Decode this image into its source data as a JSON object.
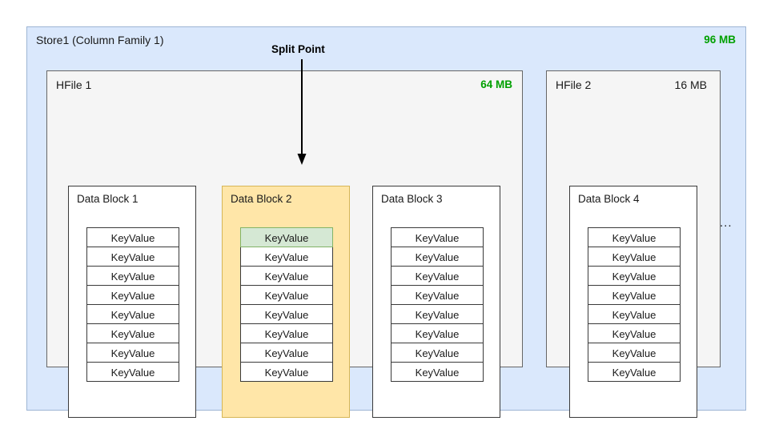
{
  "store": {
    "title": "Store1 (Column Family 1)",
    "size": "96 MB",
    "size_color": "#00a000",
    "fill_color": "#dae8fc"
  },
  "annotation": {
    "split_label": "Split Point",
    "arrow_icon": "down-arrow-icon"
  },
  "ellipsis": "...",
  "hfiles": [
    {
      "name": "HFile 1",
      "size": "64 MB",
      "size_color": "#00a000",
      "blocks": [
        {
          "name": "Data Block 1",
          "highlighted": false,
          "fill_color": "#ffffff",
          "cells": [
            {
              "label": "KeyValue",
              "split": false
            },
            {
              "label": "KeyValue",
              "split": false
            },
            {
              "label": "KeyValue",
              "split": false
            },
            {
              "label": "KeyValue",
              "split": false
            },
            {
              "label": "KeyValue",
              "split": false
            },
            {
              "label": "KeyValue",
              "split": false
            },
            {
              "label": "KeyValue",
              "split": false
            },
            {
              "label": "KeyValue",
              "split": false
            }
          ]
        },
        {
          "name": "Data Block 2",
          "highlighted": true,
          "fill_color": "#ffe6a8",
          "cells": [
            {
              "label": "KeyValue",
              "split": true
            },
            {
              "label": "KeyValue",
              "split": false
            },
            {
              "label": "KeyValue",
              "split": false
            },
            {
              "label": "KeyValue",
              "split": false
            },
            {
              "label": "KeyValue",
              "split": false
            },
            {
              "label": "KeyValue",
              "split": false
            },
            {
              "label": "KeyValue",
              "split": false
            },
            {
              "label": "KeyValue",
              "split": false
            }
          ]
        },
        {
          "name": "Data Block 3",
          "highlighted": false,
          "fill_color": "#ffffff",
          "cells": [
            {
              "label": "KeyValue",
              "split": false
            },
            {
              "label": "KeyValue",
              "split": false
            },
            {
              "label": "KeyValue",
              "split": false
            },
            {
              "label": "KeyValue",
              "split": false
            },
            {
              "label": "KeyValue",
              "split": false
            },
            {
              "label": "KeyValue",
              "split": false
            },
            {
              "label": "KeyValue",
              "split": false
            },
            {
              "label": "KeyValue",
              "split": false
            }
          ]
        }
      ]
    },
    {
      "name": "HFile 2",
      "size": "16 MB",
      "size_color": "#1a1a1a",
      "blocks": [
        {
          "name": "Data Block 4",
          "highlighted": false,
          "fill_color": "#ffffff",
          "cells": [
            {
              "label": "KeyValue",
              "split": false
            },
            {
              "label": "KeyValue",
              "split": false
            },
            {
              "label": "KeyValue",
              "split": false
            },
            {
              "label": "KeyValue",
              "split": false
            },
            {
              "label": "KeyValue",
              "split": false
            },
            {
              "label": "KeyValue",
              "split": false
            },
            {
              "label": "KeyValue",
              "split": false
            },
            {
              "label": "KeyValue",
              "split": false
            }
          ]
        }
      ]
    }
  ]
}
